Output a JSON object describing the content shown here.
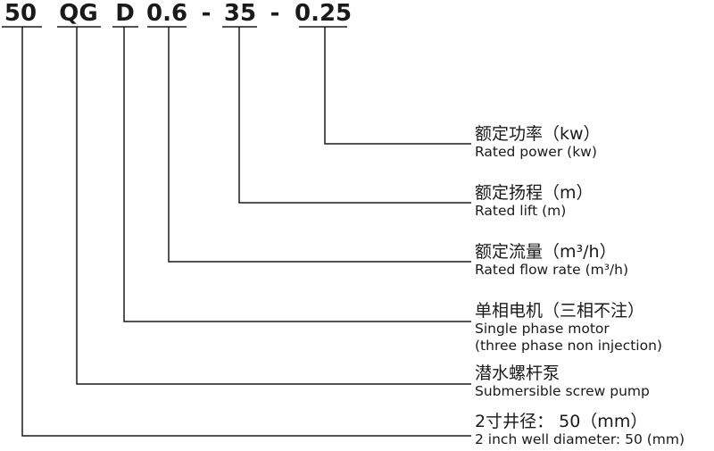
{
  "model_code": {
    "segments": [
      "50",
      "QG",
      "D",
      "0.6",
      "35",
      "0.25"
    ],
    "separator": "-"
  },
  "labels": [
    {
      "cn": "额定功率（kw）",
      "en": [
        "Rated power (kw)"
      ]
    },
    {
      "cn": "额定扬程（m）",
      "en": [
        "Rated lift (m)"
      ]
    },
    {
      "cn": "额定流量（m³/h）",
      "en": [
        "Rated flow rate (m³/h)"
      ]
    },
    {
      "cn": "单相电机（三相不注）",
      "en": [
        "Single phase motor",
        "(three phase non injection)"
      ]
    },
    {
      "cn": "潜水螺杆泵",
      "en": [
        "Submersible screw pump"
      ]
    },
    {
      "cn": "2寸井径： 50（mm）",
      "en": [
        "2 inch well diameter: 50 (mm)"
      ]
    }
  ],
  "colors": {
    "line": "#1a1a1a",
    "text": "#1a1a1a",
    "background": "#ffffff"
  }
}
